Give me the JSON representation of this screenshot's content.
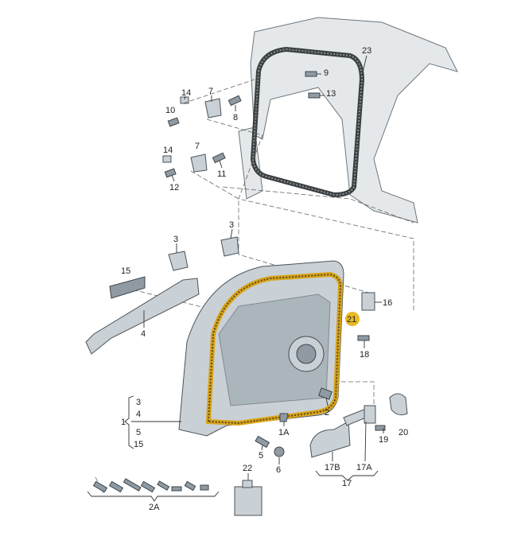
{
  "diagram": {
    "title": "Front door parts diagram",
    "highlight_color": "#e9b824",
    "callouts": {
      "c23": "23",
      "c9": "9",
      "c13": "13",
      "c14a": "14",
      "c7a": "7",
      "c10": "10",
      "c8": "8",
      "c14b": "14",
      "c7b": "7",
      "c11": "11",
      "c12": "12",
      "c3a": "3",
      "c3b": "3",
      "c15": "15",
      "c4": "4",
      "c16": "16",
      "c21": "21",
      "c18": "18",
      "c2": "2",
      "c1A": "1A",
      "g3": "3",
      "g4": "4",
      "g1": "1",
      "g5": "5",
      "g15": "15",
      "c5": "5",
      "c6": "6",
      "c20": "20",
      "c19": "19",
      "c17B": "17B",
      "c17A": "17A",
      "c17": "17",
      "c22": "22",
      "c2A": "2A"
    }
  }
}
